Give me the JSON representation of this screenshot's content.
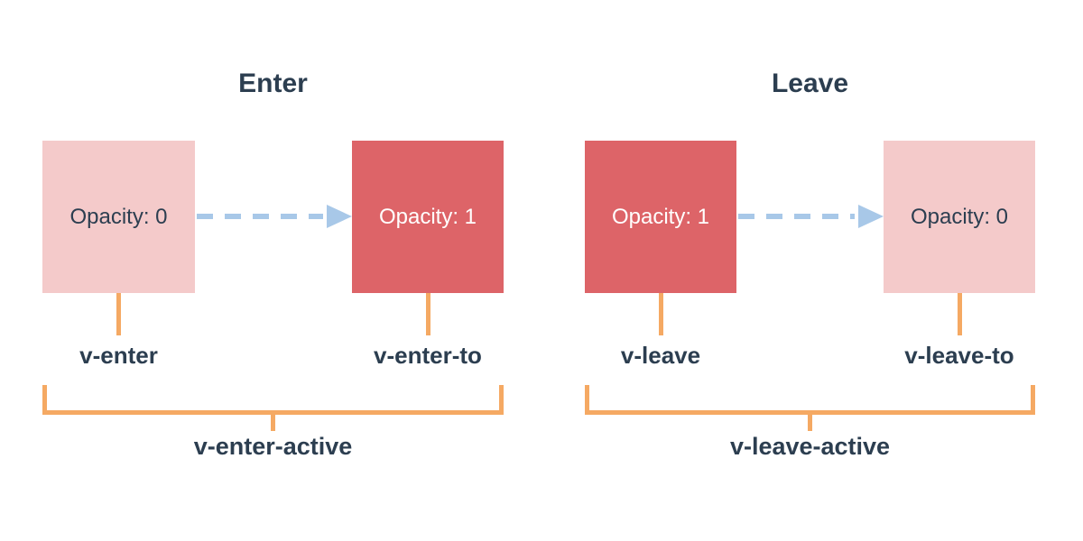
{
  "colors": {
    "pink": "#f4caca",
    "red": "#dd6468",
    "orange": "#f5a963",
    "arrow-blue": "#a8c8e8",
    "navy": "#2c3e50",
    "white-text": "#ffffff",
    "bg": "#ffffff"
  },
  "groups": [
    {
      "title": "Enter",
      "from_box": {
        "label": "Opacity: 0",
        "variant": "pink"
      },
      "to_box": {
        "label": "Opacity: 1",
        "variant": "red"
      },
      "from_class": "v-enter",
      "to_class": "v-enter-to",
      "active_class": "v-enter-active"
    },
    {
      "title": "Leave",
      "from_box": {
        "label": "Opacity: 1",
        "variant": "red"
      },
      "to_box": {
        "label": "Opacity: 0",
        "variant": "pink"
      },
      "from_class": "v-leave",
      "to_class": "v-leave-to",
      "active_class": "v-leave-active"
    }
  ]
}
